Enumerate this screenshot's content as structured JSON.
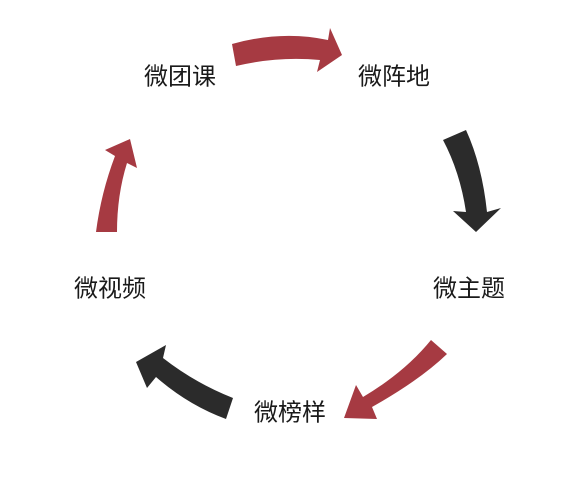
{
  "diagram": {
    "type": "cycle",
    "nodes": [
      {
        "id": "wei-zhendi",
        "label": "微阵地"
      },
      {
        "id": "wei-zhuti",
        "label": "微主题"
      },
      {
        "id": "wei-bangyang",
        "label": "微榜样"
      },
      {
        "id": "wei-shipin",
        "label": "微视频"
      },
      {
        "id": "wei-tuanke",
        "label": "微团课"
      }
    ],
    "arrows": [
      {
        "from": "wei-tuanke",
        "to": "wei-zhendi",
        "color": "#a63a42"
      },
      {
        "from": "wei-zhendi",
        "to": "wei-zhuti",
        "color": "#2b2b2b"
      },
      {
        "from": "wei-zhuti",
        "to": "wei-bangyang",
        "color": "#a63a42"
      },
      {
        "from": "wei-bangyang",
        "to": "wei-shipin",
        "color": "#2b2b2b"
      },
      {
        "from": "wei-shipin",
        "to": "wei-tuanke",
        "color": "#a63a42"
      }
    ]
  }
}
